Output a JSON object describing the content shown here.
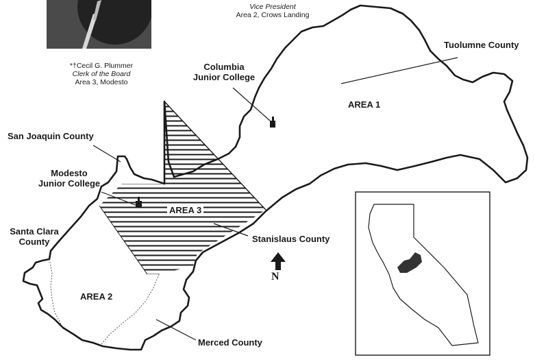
{
  "captions": {
    "plummer": {
      "name": "*†Cecil G. Plummer",
      "title": "Clerk of the Board",
      "area": "Area 3, Modesto"
    },
    "top": {
      "title": "Vice President",
      "area": "Area 2, Crows Landing"
    }
  },
  "labels": {
    "tuolumne": "Tuolumne County",
    "columbia_line1": "Columbia",
    "columbia_line2": "Junior College",
    "area1": "AREA 1",
    "san_joaquin": "San Joaquin County",
    "modesto_line1": "Modesto",
    "modesto_line2": "Junior College",
    "area3": "AREA 3",
    "santa_clara_line1": "Santa Clara",
    "santa_clara_line2": "County",
    "stanislaus": "Stanislaus County",
    "area2": "AREA 2",
    "merced": "Merced County",
    "north": "N"
  },
  "colors": {
    "ink": "#1a1a1a",
    "paper": "#ffffff",
    "highlight": "#333333"
  },
  "icons": [
    "north-arrow-icon",
    "college-marker-icon"
  ]
}
